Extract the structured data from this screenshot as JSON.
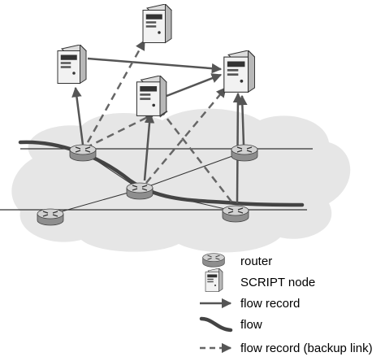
{
  "legend": {
    "router": "router",
    "script_node": "SCRIPT node",
    "flow_record": "flow record",
    "flow": "flow",
    "flow_record_backup": "flow record (backup link)"
  },
  "colors": {
    "cloud": "#e6e6e6",
    "line": "#333333",
    "arrow": "#555555",
    "router_body": "#9a9a9a",
    "router_top": "#cfcfcf",
    "server_body": "#f2f2f2"
  },
  "icons": {
    "router": "router-icon",
    "script_node": "server-icon"
  }
}
